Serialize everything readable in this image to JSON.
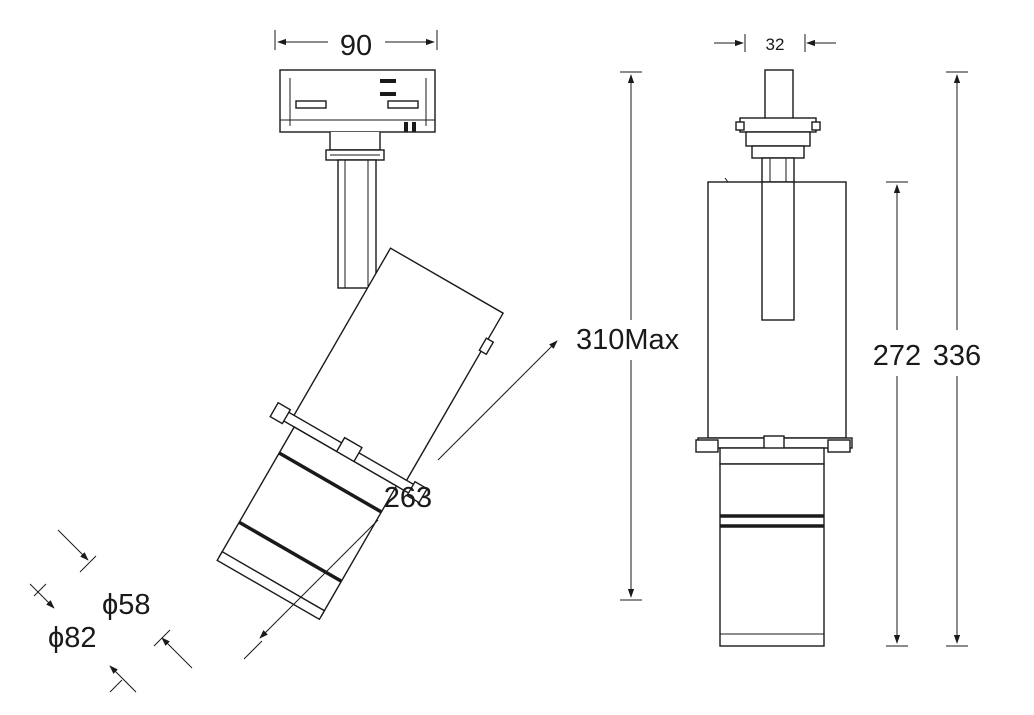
{
  "dimensions": {
    "width_label": "90",
    "side_width_label": "32",
    "max_height_label": "310Max",
    "length_label": "263",
    "inner_diameter_label": "ϕ58",
    "outer_diameter_label": "ϕ82",
    "body_height_label": "272",
    "total_height_label": "336"
  }
}
